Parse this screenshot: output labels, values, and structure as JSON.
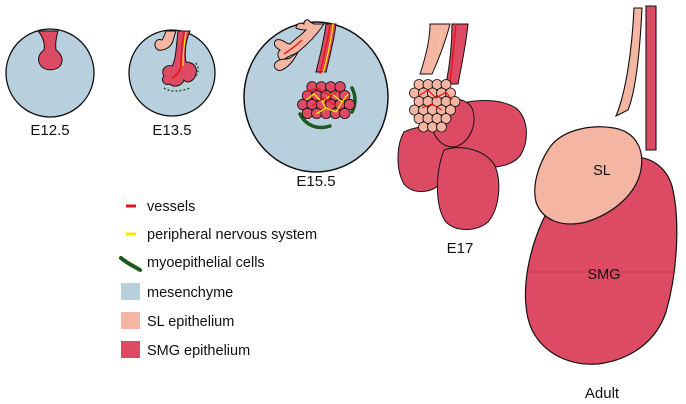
{
  "colors": {
    "mesenchyme": "#b8cfdd",
    "sl_epithelium": "#f4b5a3",
    "smg_epithelium": "#dc4a63",
    "vessels": "#e8141c",
    "nerves": "#ffe600",
    "myoepithelial": "#1e5a1e",
    "outline": "#111111"
  },
  "stages": {
    "e12": "E12.5",
    "e13": "E13.5",
    "e15": "E15.5",
    "e17": "E17",
    "adult": "Adult"
  },
  "organ_labels": {
    "sl": "SL",
    "smg": "SMG"
  },
  "legend": [
    {
      "key": "vessels",
      "label": "vessels",
      "swatch": "vessels"
    },
    {
      "key": "pns",
      "label": "peripheral nervous system",
      "swatch": "nerves"
    },
    {
      "key": "myo",
      "label": "myoepithelial cells",
      "swatch": "myoepithelial"
    },
    {
      "key": "mes",
      "label": "mesenchyme",
      "swatch": "mesenchyme"
    },
    {
      "key": "sl",
      "label": "SL epithelium",
      "swatch": "sl_epithelium"
    },
    {
      "key": "smg",
      "label": "SMG epithelium",
      "swatch": "smg_epithelium"
    }
  ]
}
